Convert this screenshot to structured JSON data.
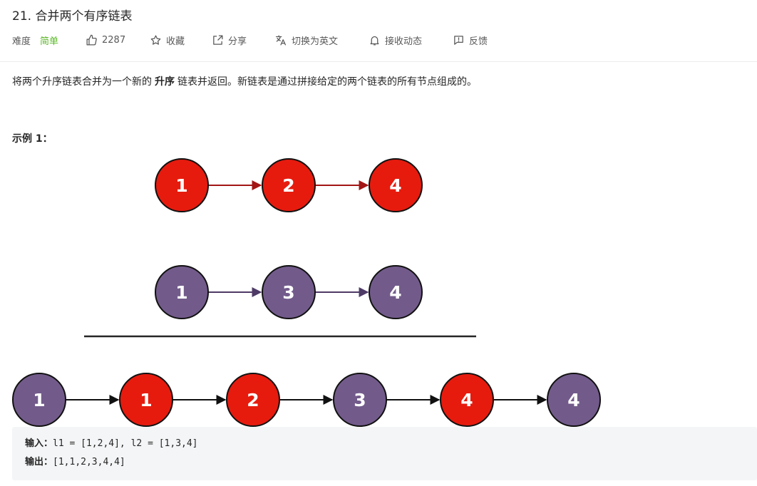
{
  "problem": {
    "title": "21. 合并两个有序链表"
  },
  "meta": {
    "difficulty_label": "难度",
    "difficulty_value": "简单",
    "likes": "2287",
    "favorite_label": "收藏",
    "share_label": "分享",
    "translate_label": "切换为英文",
    "subscribe_label": "接收动态",
    "feedback_label": "反馈"
  },
  "colors": {
    "easy": "#5ab726",
    "red_node": "#e61b0e",
    "purple_node": "#725b8b",
    "red_arrow": "#a31515",
    "purple_arrow": "#4e3a66"
  },
  "description": {
    "before": "将两个升序链表合并为一个新的",
    "bold": "升序",
    "after": "链表并返回。新链表是通过拼接给定的两个链表的所有节点组成的。"
  },
  "example": {
    "title": "示例 1：",
    "input_label": "输入：",
    "input_value": "l1 = [1,2,4], l2 = [1,3,4]",
    "output_label": "输出：",
    "output_value": "[1,1,2,3,4,4]"
  },
  "diagram": {
    "list1": [
      "1",
      "2",
      "4"
    ],
    "list2": [
      "1",
      "3",
      "4"
    ],
    "merged": [
      {
        "label": "1",
        "color": "purple"
      },
      {
        "label": "1",
        "color": "red"
      },
      {
        "label": "2",
        "color": "red"
      },
      {
        "label": "3",
        "color": "purple"
      },
      {
        "label": "4",
        "color": "red"
      },
      {
        "label": "4",
        "color": "purple"
      }
    ]
  }
}
